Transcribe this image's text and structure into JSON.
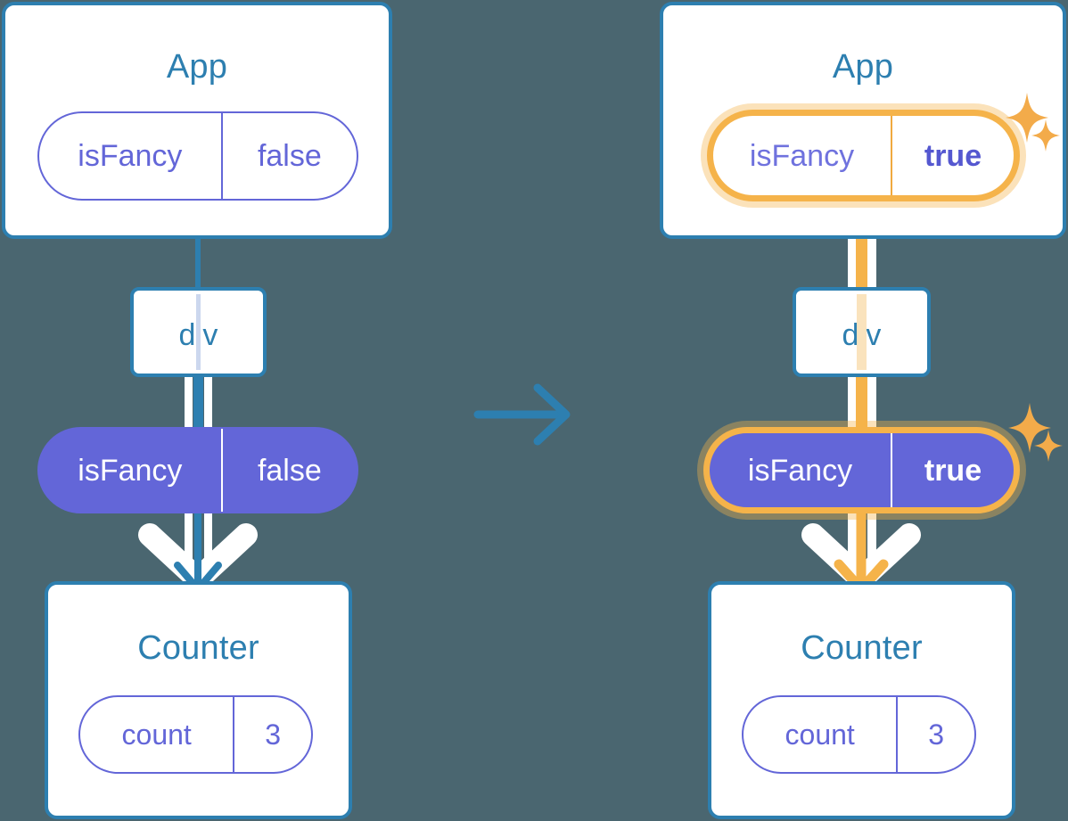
{
  "diagram": {
    "title_type": "react-state-propagation",
    "transition_icon": "right-arrow-icon",
    "colors": {
      "background": "#4a6670",
      "box_border": "#2d7fb0",
      "box_title_text": "#2d7fb0",
      "pill_purple": "#6366d8",
      "highlight_orange": "#f5b34a",
      "highlight_orange_glow": "#fae3bd",
      "white": "#ffffff"
    },
    "before": {
      "label": "before-state",
      "app": {
        "title": "App",
        "state": {
          "key": "isFancy",
          "value": "false",
          "highlighted": false,
          "style": "outline"
        }
      },
      "div": {
        "title": "div"
      },
      "prop": {
        "key": "isFancy",
        "value": "false",
        "highlighted": false,
        "style": "solid"
      },
      "counter": {
        "title": "Counter",
        "state": {
          "key": "count",
          "value": "3",
          "highlighted": false,
          "style": "outline"
        }
      }
    },
    "after": {
      "label": "after-state",
      "app": {
        "title": "App",
        "state": {
          "key": "isFancy",
          "value": "true",
          "highlighted": true,
          "style": "outline"
        }
      },
      "div": {
        "title": "div"
      },
      "prop": {
        "key": "isFancy",
        "value": "true",
        "highlighted": true,
        "style": "solid"
      },
      "counter": {
        "title": "Counter",
        "state": {
          "key": "count",
          "value": "3",
          "highlighted": false,
          "style": "outline"
        }
      },
      "sparkles": [
        "sparkle-large",
        "sparkle-small"
      ]
    }
  }
}
